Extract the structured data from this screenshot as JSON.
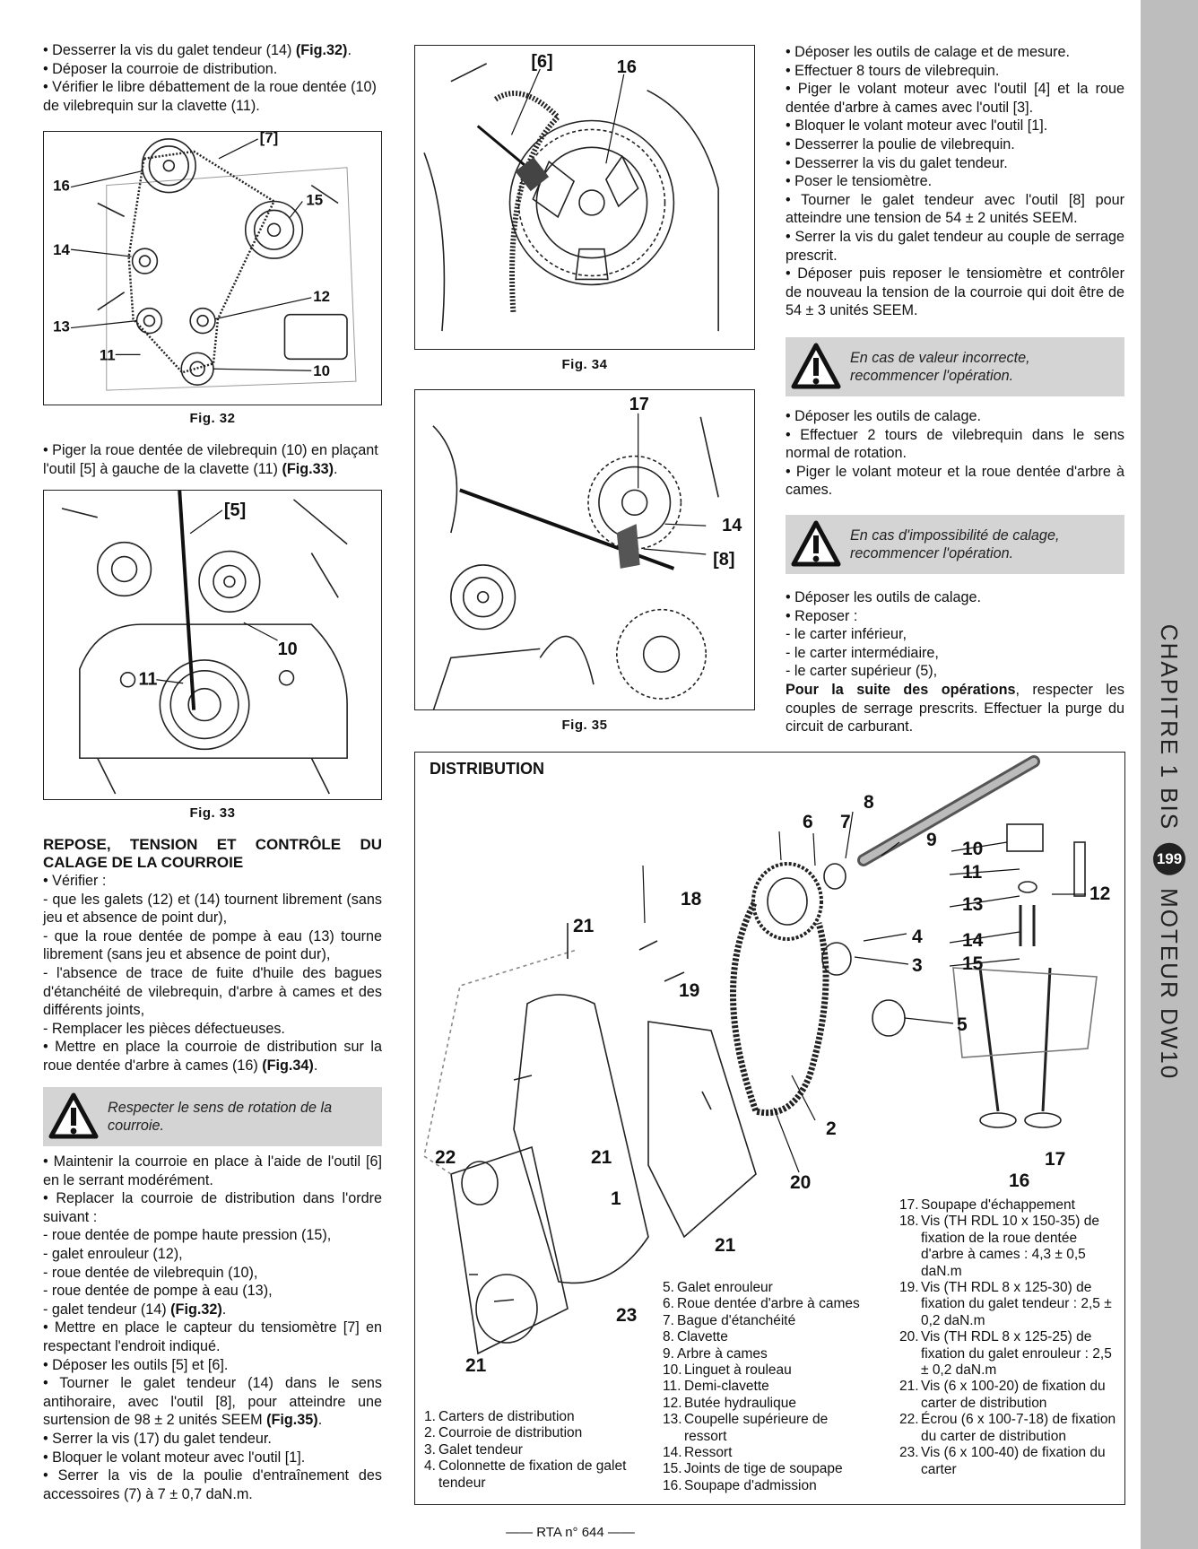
{
  "sidebar": {
    "chapter": "CHAPITRE 1 BIS",
    "page_number": "199",
    "engine": "MOTEUR DW10"
  },
  "footer": "RTA n° 644",
  "col1": {
    "intro": [
      "• Desserrer la vis du galet tendeur (14) ",
      "(Fig.32)",
      "• Déposer la courroie de distribution.",
      "• Vérifier le libre débattement de la roue dentée (10) de vilebrequin sur la clavette (11)."
    ],
    "fig32": {
      "caption": "Fig. 32",
      "labels": [
        "[7]",
        "16",
        "15",
        "14",
        "12",
        "13",
        "11",
        "10"
      ]
    },
    "mid": [
      "• Piger la roue dentée de vilebrequin (10) en plaçant l'outil [5] à gauche de la clavette (11) ",
      "(Fig.33)"
    ],
    "fig33": {
      "caption": "Fig. 33",
      "labels": [
        "[5]",
        "10",
        "11"
      ]
    },
    "heading": "REPOSE, TENSION ET CONTRÔLE DU CALAGE DE LA COURROIE",
    "verify": [
      "• Vérifier :",
      "- que les galets (12) et (14) tournent librement (sans jeu et absence de point dur),",
      "- que la roue dentée de pompe à eau (13) tourne librement (sans jeu et absence de point dur),",
      "- l'absence de trace de fuite d'huile des bagues d'étanchéité de vilebrequin, d'arbre à cames et des différents joints,",
      "- Remplacer les pièces défectueuses.",
      "• Mettre en place la courroie de distribution sur la roue dentée d'arbre à cames (16) "
    ],
    "verify_ref": "(Fig.34)",
    "warning": "Respecter le sens de rotation de la courroie.",
    "steps": [
      "• Maintenir la courroie en place à l'aide de l'outil [6] en le serrant modérément.",
      "• Replacer la courroie de distribution dans l'ordre suivant :",
      "- roue dentée de pompe haute pression (15),",
      "- galet enrouleur (12),",
      "- roue dentée de vilebrequin (10),",
      "- roue dentée de pompe à eau (13),",
      "- galet tendeur (14) "
    ],
    "steps_ref": "(Fig.32)",
    "steps2": [
      "• Mettre en place le capteur du tensiomètre [7] en respectant l'endroit indiqué.",
      "• Déposer les outils [5] et [6].",
      "• Tourner le galet tendeur (14) dans le sens antihoraire, avec l'outil [8], pour atteindre une surtension de 98 ± 2 unités SEEM "
    ],
    "steps2_ref": "(Fig.35)",
    "steps3": [
      "• Serrer la vis (17) du galet tendeur.",
      "• Bloquer le volant moteur avec l'outil [1].",
      "• Serrer la vis de la poulie d'entraînement des accessoires (7) à 7 ± 0,7 daN.m."
    ]
  },
  "col2": {
    "fig34": {
      "caption": "Fig. 34",
      "labels": [
        "[6]",
        "16"
      ]
    },
    "fig35": {
      "caption": "Fig. 35",
      "labels": [
        "17",
        "14",
        "[8]"
      ]
    }
  },
  "col3": {
    "steps": [
      "• Déposer les outils de calage et de mesure.",
      "• Effectuer 8 tours de vilebrequin.",
      "• Piger le volant moteur avec l'outil [4] et la roue dentée d'arbre à cames avec l'outil [3].",
      "• Bloquer le volant moteur avec l'outil [1].",
      "• Desserrer la poulie de vilebrequin.",
      "• Desserrer la vis du galet tendeur.",
      "• Poser le tensiomètre.",
      "• Tourner le galet tendeur avec l'outil [8] pour atteindre une tension de 54 ± 2 unités SEEM.",
      "• Serrer la vis du galet tendeur au couple de serrage prescrit.",
      "• Déposer puis reposer le tensiomètre et contrôler de nouveau la tension de la courroie qui doit être de 54 ± 3 unités SEEM."
    ],
    "warning1": "En cas de valeur incorrecte, recommencer l'opération.",
    "steps2": [
      "• Déposer les outils de calage.",
      "• Effectuer 2 tours de vilebrequin dans le sens normal de rotation.",
      "• Piger le volant moteur et la roue dentée d'arbre à cames."
    ],
    "warning2": "En cas d'impossibilité de calage, recommencer l'opération.",
    "steps3": [
      "• Déposer les outils de calage.",
      "• Reposer :",
      "- le carter inférieur,",
      "- le carter intermédiaire,",
      "- le carter supérieur (5),"
    ],
    "final_bold": "Pour la suite des opérations",
    "final_rest": ", respecter les couples de serrage prescrits. Effectuer la purge du circuit de carburant."
  },
  "distribution": {
    "title": "DISTRIBUTION",
    "labels": [
      "9",
      "8",
      "6",
      "7",
      "10",
      "11",
      "12",
      "13",
      "14",
      "15",
      "18",
      "4",
      "3",
      "21",
      "19",
      "5",
      "2",
      "20",
      "17",
      "16",
      "22",
      "21",
      "1",
      "21",
      "23",
      "21"
    ],
    "legend_left": [
      {
        "n": "1.",
        "t": "Carters de distribution"
      },
      {
        "n": "2.",
        "t": "Courroie de distribution"
      },
      {
        "n": "3.",
        "t": "Galet tendeur"
      },
      {
        "n": "4.",
        "t": "Colonnette de fixation de galet tendeur"
      }
    ],
    "legend_mid": [
      {
        "n": "5.",
        "t": "Galet enrouleur"
      },
      {
        "n": "6.",
        "t": "Roue dentée d'arbre à cames"
      },
      {
        "n": "7.",
        "t": "Bague d'étanchéité"
      },
      {
        "n": "8.",
        "t": "Clavette"
      },
      {
        "n": "9.",
        "t": "Arbre à cames"
      },
      {
        "n": "10.",
        "t": "Linguet à rouleau"
      },
      {
        "n": "11.",
        "t": "Demi-clavette"
      },
      {
        "n": "12.",
        "t": "Butée hydraulique"
      },
      {
        "n": "13.",
        "t": "Coupelle supérieure de ressort"
      },
      {
        "n": "14.",
        "t": "Ressort"
      },
      {
        "n": "15.",
        "t": "Joints de tige de soupape"
      },
      {
        "n": "16.",
        "t": "Soupape d'admission"
      }
    ],
    "legend_right": [
      {
        "n": "17.",
        "t": "Soupape d'échappement"
      },
      {
        "n": "18.",
        "t": "Vis (TH RDL 10 x 150-35) de fixation de la roue dentée d'arbre à cames : 4,3 ± 0,5 daN.m"
      },
      {
        "n": "19.",
        "t": "Vis (TH RDL 8 x 125-30) de fixation du galet tendeur : 2,5 ± 0,2 daN.m"
      },
      {
        "n": "20.",
        "t": "Vis (TH RDL 8 x 125-25) de fixation du galet enrouleur : 2,5 ± 0,2 daN.m"
      },
      {
        "n": "21.",
        "t": "Vis (6 x 100-20) de fixation du carter de distribution"
      },
      {
        "n": "22.",
        "t": "Écrou (6 x 100-7-18) de fixation du carter de distribution"
      },
      {
        "n": "23.",
        "t": "Vis (6 x 100-40) de fixation du carter"
      }
    ]
  }
}
